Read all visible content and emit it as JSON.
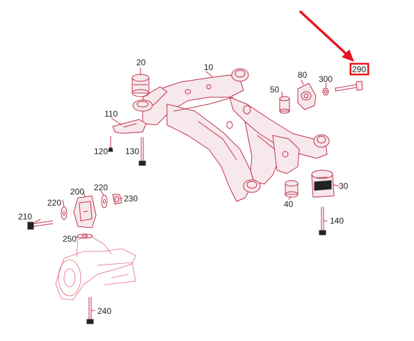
{
  "labels": {
    "p10": "10",
    "p20": "20",
    "p30": "30",
    "p40": "40",
    "p50": "50",
    "p80": "80",
    "p110": "110",
    "p120": "120",
    "p130": "130",
    "p140": "140",
    "p200": "200",
    "p210": "210",
    "p220a": "220",
    "p220b": "220",
    "p230": "230",
    "p240": "240",
    "p250": "250",
    "p290": "290",
    "p300": "300"
  },
  "highlight": {
    "part": "290",
    "box_color": "#e8141e",
    "arrow_color": "#e8141e"
  },
  "colors": {
    "line": "#c0304a",
    "fill": "#f6e8ec",
    "text": "#222222",
    "hub": "#e06a7a"
  }
}
